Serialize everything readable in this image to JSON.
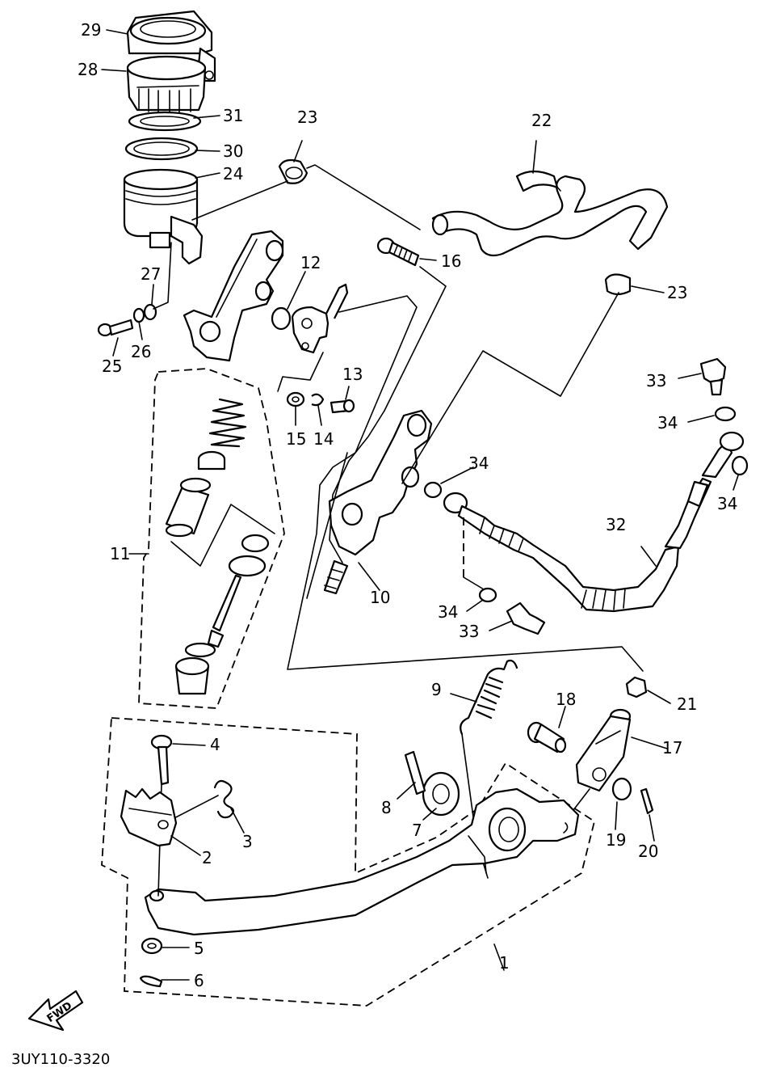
{
  "diagram": {
    "code": "3UY110-3320",
    "direction_label": "FWD",
    "callouts": [
      {
        "id": "29",
        "text": "29"
      },
      {
        "id": "28",
        "text": "28"
      },
      {
        "id": "31",
        "text": "31"
      },
      {
        "id": "30",
        "text": "30"
      },
      {
        "id": "24",
        "text": "24"
      },
      {
        "id": "23a",
        "text": "23"
      },
      {
        "id": "22",
        "text": "22"
      },
      {
        "id": "16",
        "text": "16"
      },
      {
        "id": "23b",
        "text": "23"
      },
      {
        "id": "12",
        "text": "12"
      },
      {
        "id": "27",
        "text": "27"
      },
      {
        "id": "25",
        "text": "25"
      },
      {
        "id": "26",
        "text": "26"
      },
      {
        "id": "13",
        "text": "13"
      },
      {
        "id": "15",
        "text": "15"
      },
      {
        "id": "14",
        "text": "14"
      },
      {
        "id": "33a",
        "text": "33"
      },
      {
        "id": "34a",
        "text": "34"
      },
      {
        "id": "34b",
        "text": "34"
      },
      {
        "id": "34c",
        "text": "34"
      },
      {
        "id": "11",
        "text": "11"
      },
      {
        "id": "10",
        "text": "10"
      },
      {
        "id": "32",
        "text": "32"
      },
      {
        "id": "34d",
        "text": "34"
      },
      {
        "id": "33b",
        "text": "33"
      },
      {
        "id": "9",
        "text": "9"
      },
      {
        "id": "18",
        "text": "18"
      },
      {
        "id": "21",
        "text": "21"
      },
      {
        "id": "4",
        "text": "4"
      },
      {
        "id": "17",
        "text": "17"
      },
      {
        "id": "3",
        "text": "3"
      },
      {
        "id": "8",
        "text": "8"
      },
      {
        "id": "7",
        "text": "7"
      },
      {
        "id": "2",
        "text": "2"
      },
      {
        "id": "19",
        "text": "19"
      },
      {
        "id": "20",
        "text": "20"
      },
      {
        "id": "5",
        "text": "5"
      },
      {
        "id": "1",
        "text": "1"
      },
      {
        "id": "6",
        "text": "6"
      }
    ]
  }
}
